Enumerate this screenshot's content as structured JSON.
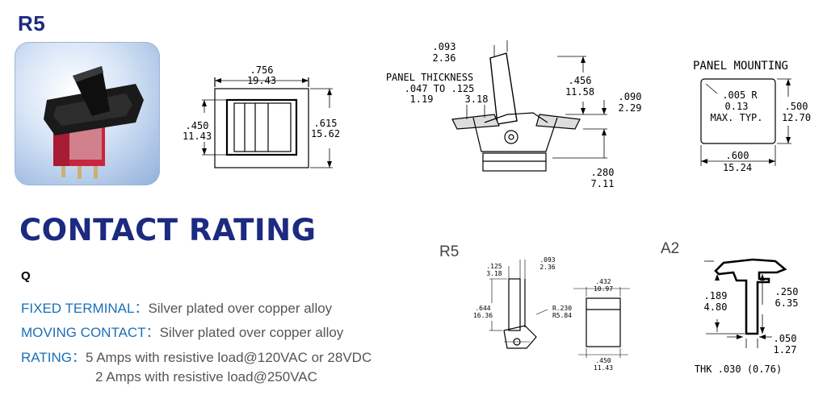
{
  "product_title": "R5",
  "contact_title": "CONTACT RATING",
  "series_code": "Q",
  "specs": [
    {
      "label": "FIXED TERMINAL",
      "sep": "：",
      "value": "Silver plated over copper alloy"
    },
    {
      "label": "MOVING CONTACT",
      "sep": "：",
      "value": "Silver plated over copper alloy"
    },
    {
      "label": "RATING",
      "sep": "：",
      "value": "5 Amps with resistive load@120VAC or 28VDC"
    }
  ],
  "rating_line2": "2 Amps with resistive load@250VAC",
  "front_view": {
    "width_in": ".756",
    "width_mm": "19.43",
    "inner_h_in": ".450",
    "inner_h_mm": "11.43",
    "outer_h_in": ".615",
    "outer_h_mm": "15.62"
  },
  "side_view": {
    "lever_in": ".093",
    "lever_mm": "2.36",
    "panel_title": "PANEL THICKNESS",
    "panel_range": ".047 TO .125",
    "panel_mm_min": "1.19",
    "panel_mm_max": "3.18",
    "height_in": ".456",
    "height_mm": "11.58",
    "gap_in": ".090",
    "gap_mm": "2.29",
    "depth_in": ".280",
    "depth_mm": "7.11"
  },
  "panel_mounting": {
    "title": "PANEL MOUNTING",
    "radius_in": ".005 R",
    "radius_mm": "0.13",
    "radius_note": "MAX. TYP.",
    "height_in": ".500",
    "height_mm": "12.70",
    "width_in": ".600",
    "width_mm": "15.24"
  },
  "r5_detail": {
    "label": "R5",
    "a_in": ".125",
    "a_mm": "3.18",
    "b_in": ".093",
    "b_mm": "2.36",
    "h_in": ".644",
    "h_mm": "16.36",
    "r_in": "R.230",
    "r_mm": "R5.84",
    "top_in": ".432",
    "top_mm": "10.97",
    "bot_in": ".450",
    "bot_mm": "11.43"
  },
  "a2_detail": {
    "label": "A2",
    "h1_in": ".189",
    "h1_mm": "4.80",
    "h2_in": ".250",
    "h2_mm": "6.35",
    "w_in": ".050",
    "w_mm": "1.27",
    "thk": "THK .030 (0.76)"
  },
  "colors": {
    "title": "#1c2a80",
    "spec_label": "#1c6fb5",
    "spec_text": "#555555"
  }
}
